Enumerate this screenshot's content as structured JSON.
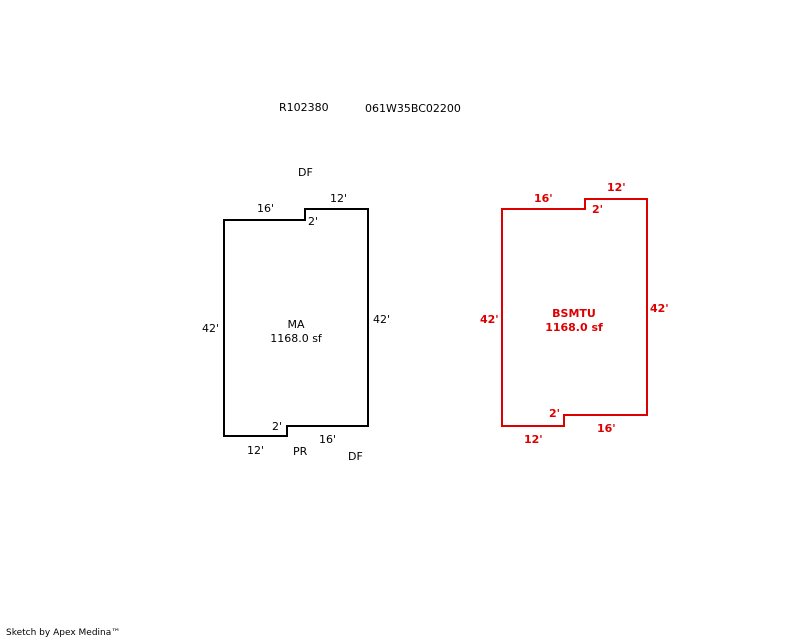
{
  "header": {
    "parcel_id": "R102380",
    "map_number": "061W35BC02200"
  },
  "main_area": {
    "code": "MA",
    "area": "1168.0 sf",
    "outline_color": "#000000",
    "dims": {
      "top_left": "16'",
      "top_right": "12'",
      "top_step": "2'",
      "left": "42'",
      "right": "42'",
      "bottom_step": "2'",
      "bottom_left": "12'",
      "bottom_right": "16'"
    },
    "notes": {
      "top": "DF",
      "bottom_mid": "PR",
      "bottom_right": "DF"
    }
  },
  "basement": {
    "code": "BSMTU",
    "area": "1168.0 sf",
    "outline_color": "#dd0000",
    "dims": {
      "top_left": "16'",
      "top_right": "12'",
      "top_step": "2'",
      "left": "42'",
      "right": "42'",
      "bottom_step": "2'",
      "bottom_left": "12'",
      "bottom_right": "16'"
    }
  },
  "footer": {
    "credit": "Sketch by Apex Medina™"
  }
}
